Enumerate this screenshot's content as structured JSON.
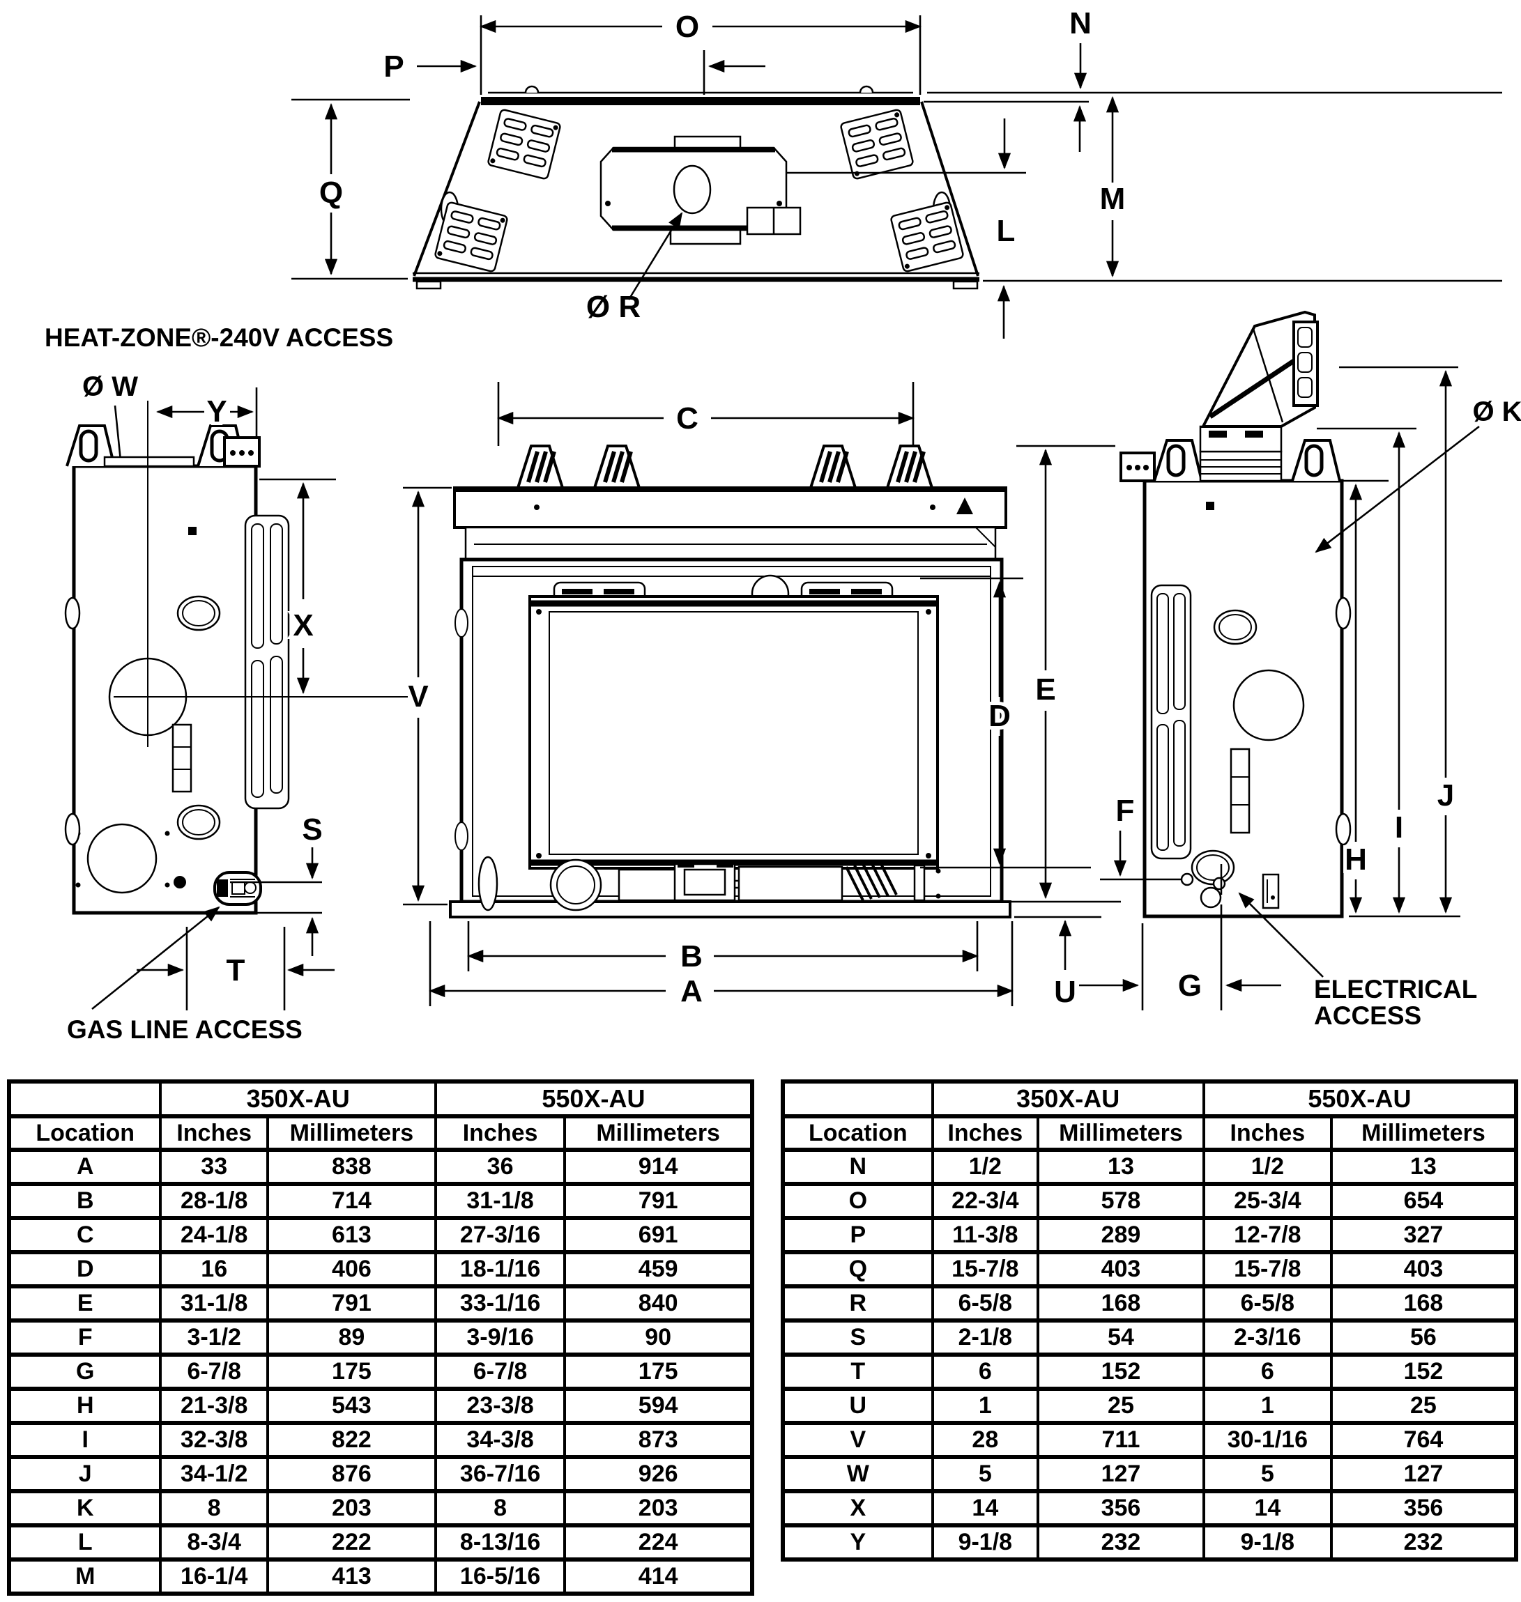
{
  "diagram": {
    "labels": {
      "o": "O",
      "n": "N",
      "p": "P",
      "q": "Q",
      "m": "M",
      "l": "L",
      "r": "Ø R",
      "c": "C",
      "v": "V",
      "d": "D",
      "e": "E",
      "b": "B",
      "a": "A",
      "u": "U",
      "w": "Ø W",
      "x": "X",
      "y": "Y",
      "s": "S",
      "t": "T",
      "f": "F",
      "g": "G",
      "h": "H",
      "i": "I",
      "j": "J",
      "k": "Ø K"
    },
    "annotations": {
      "heat_zone": "HEAT-ZONE®-240V ACCESS",
      "gas_line": "GAS LINE ACCESS",
      "electrical_line1": "ELECTRICAL",
      "electrical_line2": "ACCESS"
    }
  },
  "tables": {
    "left": {
      "group_headers": [
        "350X-AU",
        "550X-AU"
      ],
      "columns": [
        "Location",
        "Inches",
        "Millimeters",
        "Inches",
        "Millimeters"
      ],
      "rows": [
        [
          "A",
          "33",
          "838",
          "36",
          "914"
        ],
        [
          "B",
          "28-1/8",
          "714",
          "31-1/8",
          "791"
        ],
        [
          "C",
          "24-1/8",
          "613",
          "27-3/16",
          "691"
        ],
        [
          "D",
          "16",
          "406",
          "18-1/16",
          "459"
        ],
        [
          "E",
          "31-1/8",
          "791",
          "33-1/16",
          "840"
        ],
        [
          "F",
          "3-1/2",
          "89",
          "3-9/16",
          "90"
        ],
        [
          "G",
          "6-7/8",
          "175",
          "6-7/8",
          "175"
        ],
        [
          "H",
          "21-3/8",
          "543",
          "23-3/8",
          "594"
        ],
        [
          "I",
          "32-3/8",
          "822",
          "34-3/8",
          "873"
        ],
        [
          "J",
          "34-1/2",
          "876",
          "36-7/16",
          "926"
        ],
        [
          "K",
          "8",
          "203",
          "8",
          "203"
        ],
        [
          "L",
          "8-3/4",
          "222",
          "8-13/16",
          "224"
        ],
        [
          "M",
          "16-1/4",
          "413",
          "16-5/16",
          "414"
        ]
      ]
    },
    "right": {
      "group_headers": [
        "350X-AU",
        "550X-AU"
      ],
      "columns": [
        "Location",
        "Inches",
        "Millimeters",
        "Inches",
        "Millimeters"
      ],
      "rows": [
        [
          "N",
          "1/2",
          "13",
          "1/2",
          "13"
        ],
        [
          "O",
          "22-3/4",
          "578",
          "25-3/4",
          "654"
        ],
        [
          "P",
          "11-3/8",
          "289",
          "12-7/8",
          "327"
        ],
        [
          "Q",
          "15-7/8",
          "403",
          "15-7/8",
          "403"
        ],
        [
          "R",
          "6-5/8",
          "168",
          "6-5/8",
          "168"
        ],
        [
          "S",
          "2-1/8",
          "54",
          "2-3/16",
          "56"
        ],
        [
          "T",
          "6",
          "152",
          "6",
          "152"
        ],
        [
          "U",
          "1",
          "25",
          "1",
          "25"
        ],
        [
          "V",
          "28",
          "711",
          "30-1/16",
          "764"
        ],
        [
          "W",
          "5",
          "127",
          "5",
          "127"
        ],
        [
          "X",
          "14",
          "356",
          "14",
          "356"
        ],
        [
          "Y",
          "9-1/8",
          "232",
          "9-1/8",
          "232"
        ]
      ]
    }
  }
}
